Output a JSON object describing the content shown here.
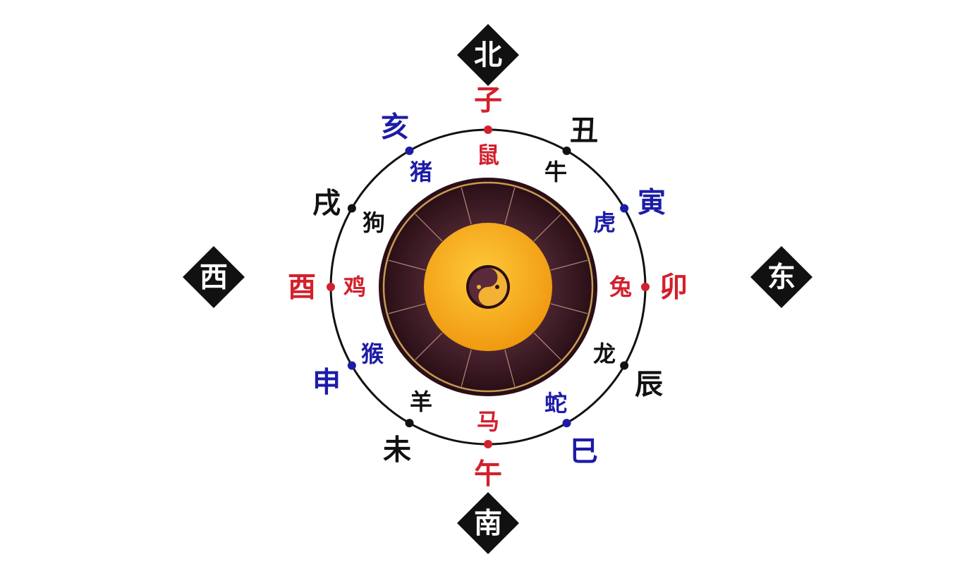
{
  "directions": {
    "north": "北",
    "south": "南",
    "west": "西",
    "east": "东"
  },
  "branches": [
    {
      "branch": "子",
      "animal": "鼠",
      "color": "red"
    },
    {
      "branch": "丑",
      "animal": "牛",
      "color": "black"
    },
    {
      "branch": "寅",
      "animal": "虎",
      "color": "blue"
    },
    {
      "branch": "卯",
      "animal": "兔",
      "color": "red"
    },
    {
      "branch": "辰",
      "animal": "龙",
      "color": "black"
    },
    {
      "branch": "巳",
      "animal": "蛇",
      "color": "blue"
    },
    {
      "branch": "午",
      "animal": "马",
      "color": "red"
    },
    {
      "branch": "未",
      "animal": "羊",
      "color": "black"
    },
    {
      "branch": "申",
      "animal": "猴",
      "color": "blue"
    },
    {
      "branch": "酉",
      "animal": "鸡",
      "color": "red"
    },
    {
      "branch": "戌",
      "animal": "狗",
      "color": "black"
    },
    {
      "branch": "亥",
      "animal": "猪",
      "color": "blue"
    }
  ],
  "colors": {
    "red": "#d3202c",
    "blue": "#1c1ca6",
    "black": "#111111",
    "disc": "#3a1a22",
    "gold": "#f5a623"
  }
}
